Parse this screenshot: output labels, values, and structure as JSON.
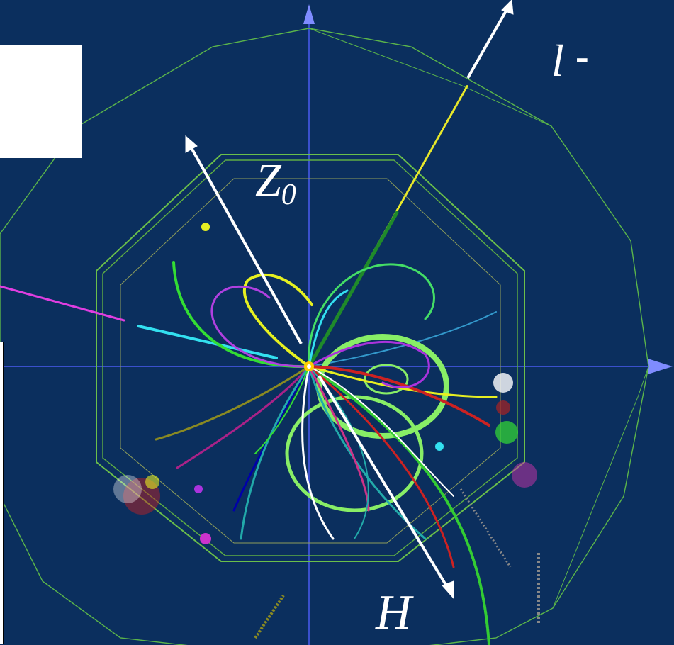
{
  "labels": {
    "lepton": "l",
    "lepton_charge": "-",
    "z_boson": "Z",
    "z_subscript": "0",
    "higgs": "H"
  },
  "colors": {
    "background": "#0b2f5e",
    "detector_green": "#6cc24a",
    "axis_blue": "#5a73ff",
    "arrow_white": "#ffffff"
  }
}
